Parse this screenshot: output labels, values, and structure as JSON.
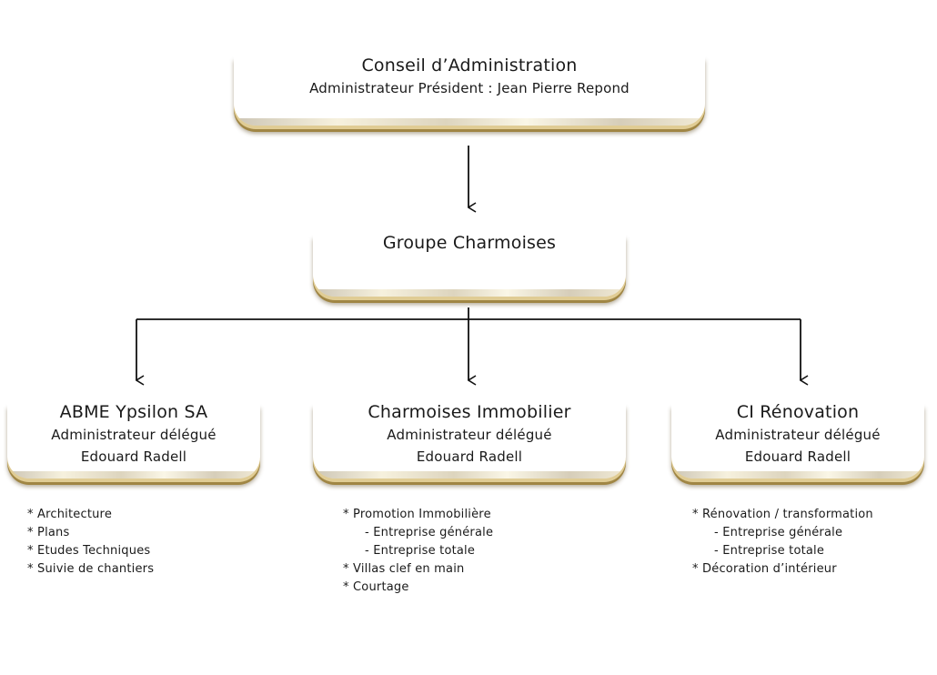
{
  "board": {
    "title": "Conseil d’Administration",
    "subtitle": "Administrateur Président : Jean Pierre Repond"
  },
  "group": {
    "title": "Groupe Charmoises"
  },
  "subsidiaries": [
    {
      "name": "ABME Ypsilon SA",
      "role": "Administrateur délégué",
      "person": "Edouard Radell",
      "activities": [
        {
          "text": "* Architecture",
          "sub": false
        },
        {
          "text": "* Plans",
          "sub": false
        },
        {
          "text": "* Etudes Techniques",
          "sub": false
        },
        {
          "text": "* Suivie de chantiers",
          "sub": false
        }
      ]
    },
    {
      "name": "Charmoises Immobilier",
      "role": "Administrateur délégué",
      "person": "Edouard Radell",
      "activities": [
        {
          "text": "* Promotion Immobilière",
          "sub": false
        },
        {
          "text": "- Entreprise générale",
          "sub": true
        },
        {
          "text": "- Entreprise totale",
          "sub": true
        },
        {
          "text": "* Villas clef en main",
          "sub": false
        },
        {
          "text": "* Courtage",
          "sub": false
        }
      ]
    },
    {
      "name": "CI Rénovation",
      "role": "Administrateur délégué",
      "person": "Edouard Radell",
      "activities": [
        {
          "text": "* Rénovation / transformation",
          "sub": false
        },
        {
          "text": "- Entreprise générale",
          "sub": true
        },
        {
          "text": "- Entreprise totale",
          "sub": true
        },
        {
          "text": "* Décoration d’intérieur",
          "sub": false
        }
      ]
    }
  ],
  "colors": {
    "gold_accent": "#a08644",
    "line": "#111111",
    "text": "#1a1a1a"
  }
}
